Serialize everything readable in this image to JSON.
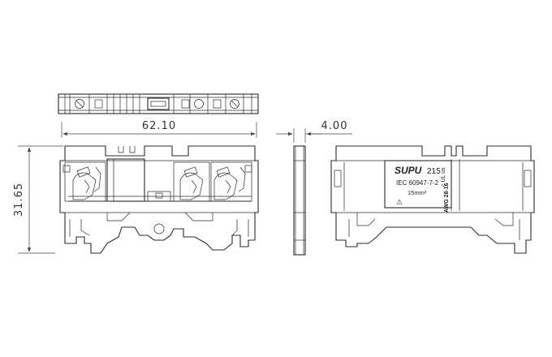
{
  "dimensions": {
    "width": "62.10",
    "height": "31.65",
    "thickness": "4.00"
  },
  "label": {
    "brand": "SUPU",
    "model": "215",
    "standard": "IEC 60947-7-2",
    "cross_section": "15mm²",
    "awg": "AWG 28-16",
    "cert_mark": "c UL us",
    "warning_symbol": "⚠"
  },
  "colors": {
    "line": "#2b2b2b",
    "background": "#ffffff"
  }
}
